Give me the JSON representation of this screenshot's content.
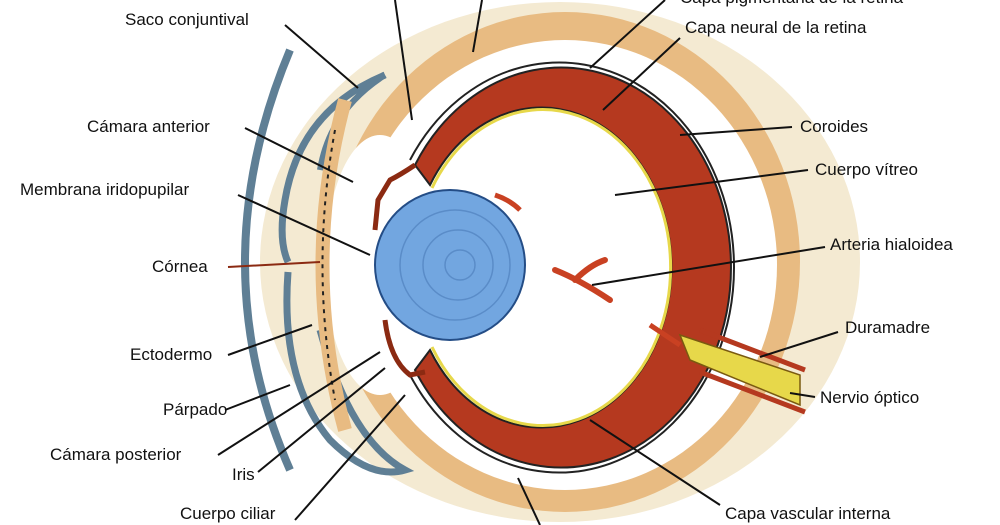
{
  "labels_left": {
    "saco_conjuntival": "Saco conjuntival",
    "camara_anterior": "Cámara anterior",
    "membrana_iridopupilar": "Membrana iridopupilar",
    "cornea": "Córnea",
    "ectodermo": "Ectodermo",
    "parpado": "Párpado",
    "camara_posterior": "Cámara posterior",
    "iris": "Iris",
    "cuerpo_ciliar": "Cuerpo ciliar"
  },
  "labels_right": {
    "capa_pigmentaria": "Capa pigmentaria de la retina",
    "capa_neural": "Capa neural de la retina",
    "coroides": "Coroides",
    "cuerpo_vitreo": "Cuerpo vítreo",
    "arteria_hialoidea": "Arteria hialoidea",
    "duramadre": "Duramadre",
    "nervio_optico": "Nervio óptico",
    "capa_vascular_interna": "Capa vascular interna"
  },
  "colors": {
    "halo": "#f4ead2",
    "mesenchyme": "#e8bb82",
    "retina": "#b5391f",
    "lens": "#72a6e0",
    "cornea_lines": "#5f7f95",
    "nerve": "#e7d84a"
  }
}
